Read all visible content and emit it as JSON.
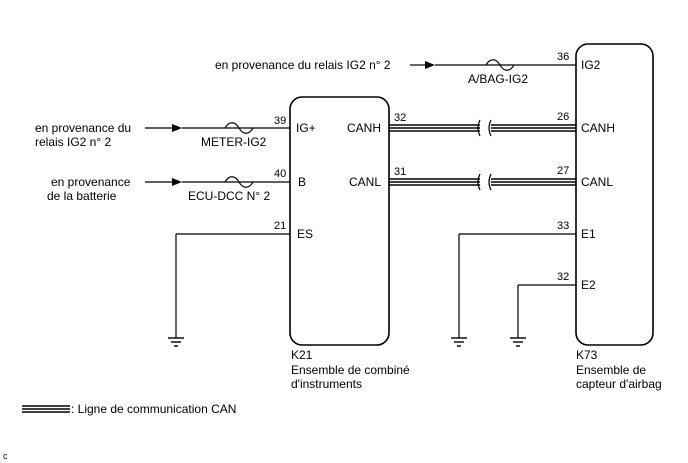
{
  "diagram": {
    "k21": {
      "code": "K21",
      "name_line1": "Ensemble de combiné",
      "name_line2": "d'instruments",
      "pins": {
        "ig_plus": {
          "label": "IG+",
          "num": "39"
        },
        "b": {
          "label": "B",
          "num": "40"
        },
        "es": {
          "label": "ES",
          "num": "21"
        },
        "canh": {
          "label": "CANH",
          "num": "32"
        },
        "canl": {
          "label": "CANL",
          "num": "31"
        }
      }
    },
    "k73": {
      "code": "K73",
      "name_line1": "Ensemble de",
      "name_line2": "capteur d'airbag",
      "pins": {
        "ig2": {
          "label": "IG2",
          "num": "36"
        },
        "canh": {
          "label": "CANH",
          "num": "26"
        },
        "canl": {
          "label": "CANL",
          "num": "27"
        },
        "e1": {
          "label": "E1",
          "num": "33"
        },
        "e2": {
          "label": "E2",
          "num": "32"
        }
      }
    },
    "sources": {
      "relay_ig2_top": "en provenance du relais IG2 n° 2",
      "relay_ig2_left_line1": "en provenance du",
      "relay_ig2_left_line2": "relais IG2 n° 2",
      "battery_line1": "en provenance",
      "battery_line2": "de la batterie"
    },
    "fuses": {
      "abag": "A/BAG-IG2",
      "meter": "METER-IG2",
      "ecu_dcc": "ECU-DCC N° 2"
    },
    "legend": {
      "label": ": Ligne de communication CAN"
    },
    "corner_mark": "c"
  }
}
